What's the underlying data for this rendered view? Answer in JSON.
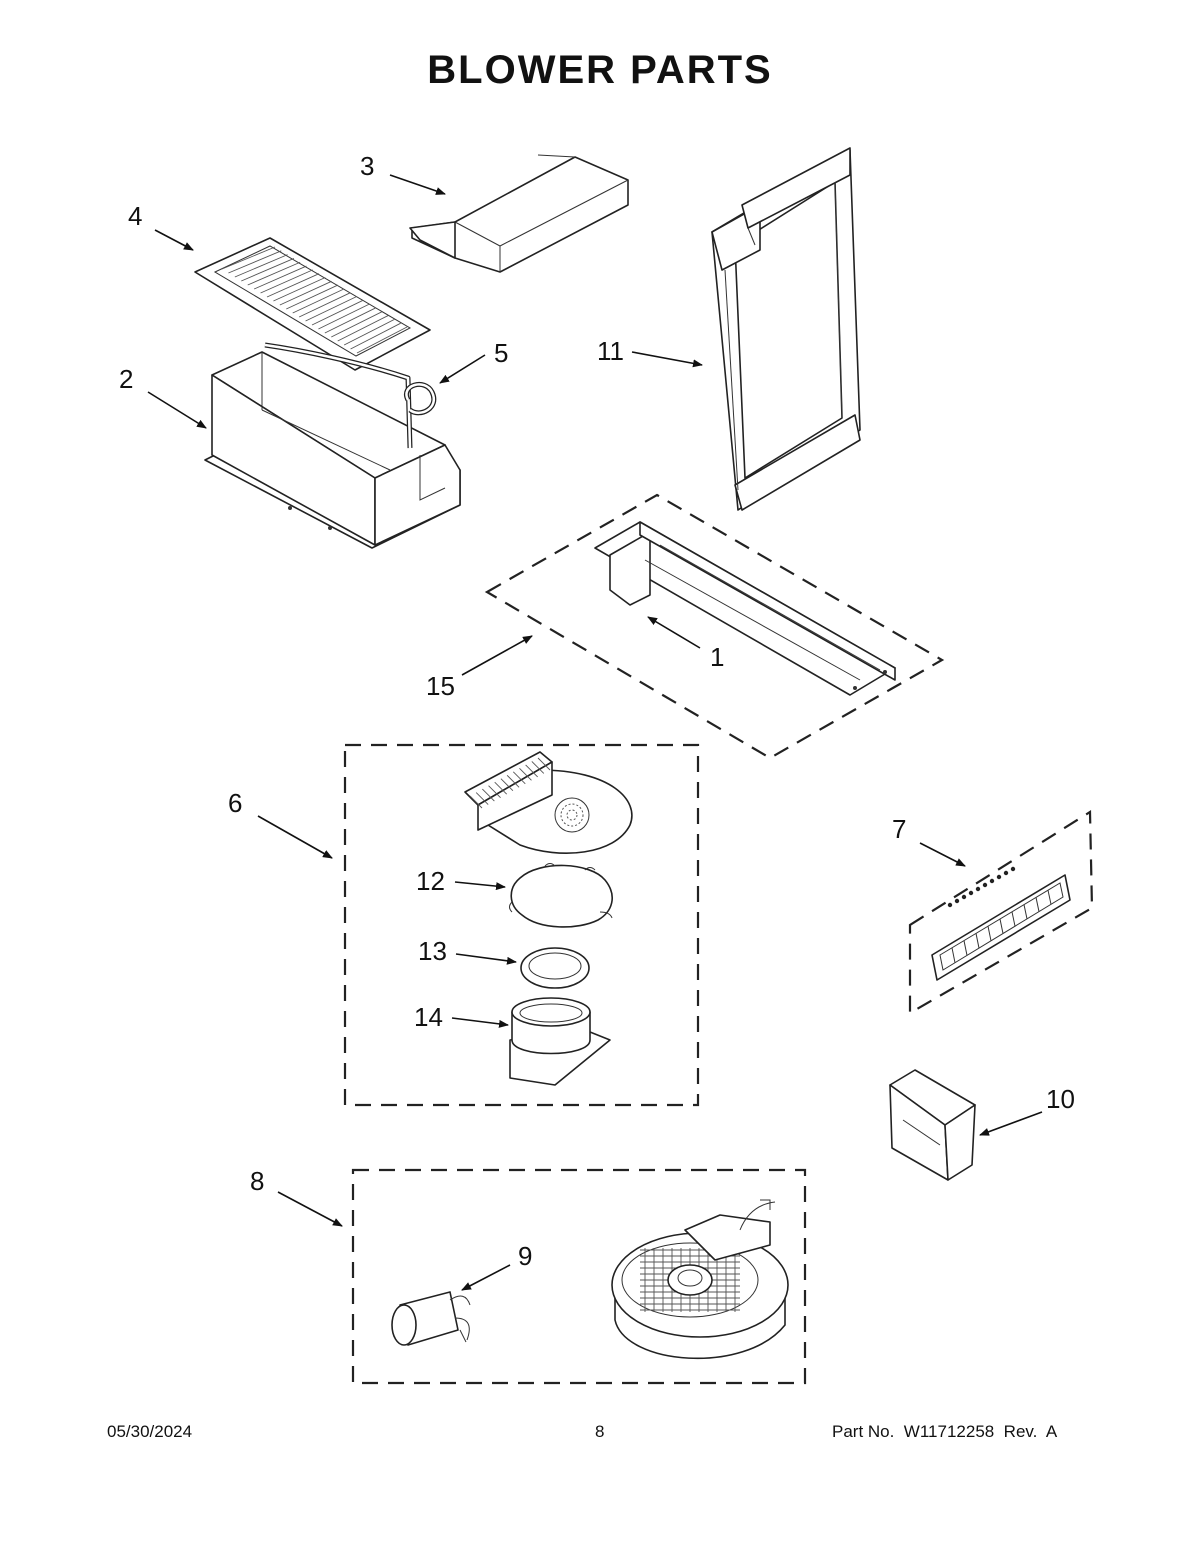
{
  "page": {
    "title": "BLOWER PARTS",
    "date": "05/30/2024",
    "page_number": "8",
    "part_no_text": "Part No.  W11712258  Rev.  A"
  },
  "callouts": {
    "c1": "1",
    "c2": "2",
    "c3": "3",
    "c4": "4",
    "c5": "5",
    "c6": "6",
    "c7": "7",
    "c8": "8",
    "c9": "9",
    "c10": "10",
    "c11": "11",
    "c12": "12",
    "c13": "13",
    "c14": "14",
    "c15": "15"
  }
}
